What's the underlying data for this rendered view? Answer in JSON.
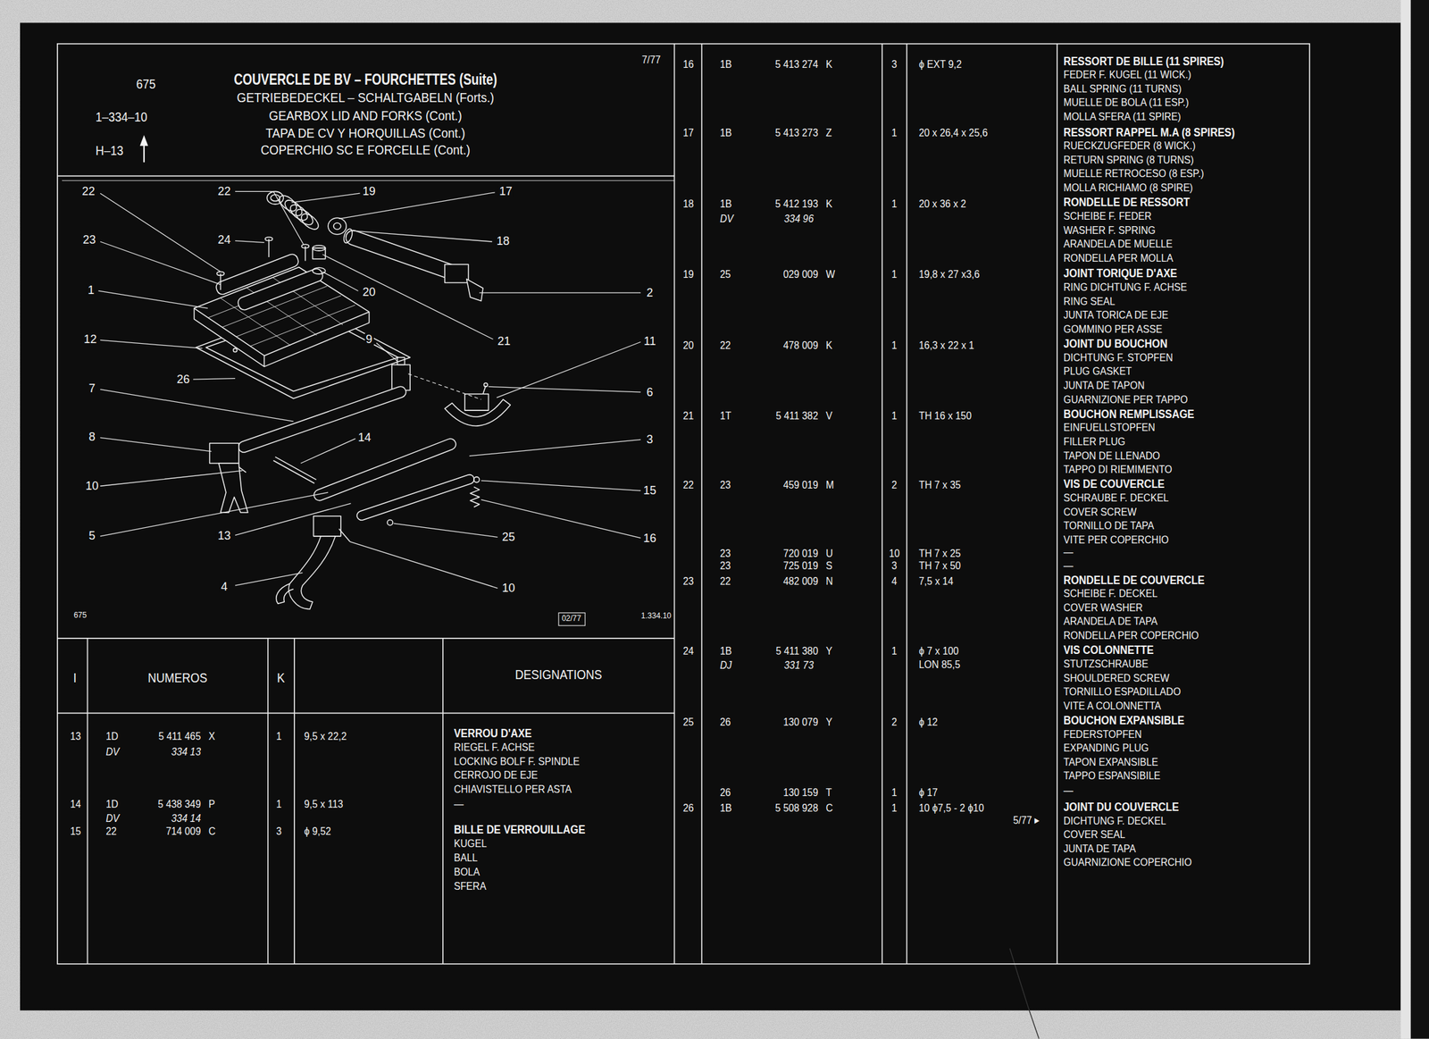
{
  "diagram": {
    "title": "COUVERCLE DE BV – FOURCHETTES (Suite)",
    "labels": [
      "7/77",
      "675",
      "1–334–10",
      "H–13",
      "GETRIEBEDECKEL – SCHALTGABELN (Forts.)",
      "GEARBOX LID AND FORKS (Cont.)",
      "TAPA DE CV Y HORQUILLAS (Cont.)",
      "COPERCHIO SC E FORCELLE (Cont.)",
      "22",
      "22",
      "19",
      "17",
      "23",
      "24",
      "18",
      "1",
      "20",
      "2",
      "12",
      "9",
      "21",
      "11",
      "26",
      "7",
      "6",
      "8",
      "14",
      "3",
      "10",
      "15",
      "5",
      "13",
      "25",
      "16",
      "4",
      "10",
      "675",
      "02/77",
      "1.334.10",
      "I",
      "NUMEROS",
      "K",
      "DESIGNATIONS",
      "13",
      "1D",
      "5 411 465",
      "X",
      "1",
      "9,5 x 22,2",
      "DV",
      "334 13",
      "VERROU D'AXE",
      "RIEGEL F. ACHSE",
      "LOCKING BOLF F. SPINDLE",
      "CERROJO DE EJE",
      "CHIAVISTELLO PER ASTA",
      "14",
      "1D",
      "5 438 349",
      "P",
      "1",
      "9,5 x 113",
      "DV",
      "334 14",
      "—",
      "15",
      "22",
      "714 009",
      "C",
      "3",
      "ϕ 9,52",
      "BILLE DE VERROUILLAGE",
      "KUGEL",
      "BALL",
      "BOLA",
      "SFERA",
      "16",
      "1B",
      "5 413 274",
      "K",
      "3",
      "ϕ EXT 9,2",
      "RESSORT DE BILLE (11 SPIRES)",
      "FEDER F. KUGEL (11 WICK.)",
      "BALL SPRING (11 TURNS)",
      "MUELLE DE BOLA (11 ESP.)",
      "MOLLA SFERA (11 SPIRE)",
      "17",
      "1B",
      "5 413 273",
      "Z",
      "1",
      "20 x 26,4 x 25,6",
      "RESSORT RAPPEL M.A (8 SPIRES)",
      "RUECKZUGFEDER (8 WICK.)",
      "RETURN SPRING (8 TURNS)",
      "MUELLE RETROCESO (8 ESP.)",
      "MOLLA RICHIAMO (8 SPIRE)",
      "18",
      "1B",
      "5 412 193",
      "K",
      "1",
      "20 x 36 x 2",
      "DV",
      "334 96",
      "RONDELLE DE RESSORT",
      "SCHEIBE F. FEDER",
      "WASHER F. SPRING",
      "ARANDELA DE MUELLE",
      "RONDELLA PER MOLLA",
      "19",
      "25",
      "029 009",
      "W",
      "1",
      "19,8 x 27 x3,6",
      "JOINT TORIQUE D'AXE",
      "RING DICHTUNG F. ACHSE",
      "RING SEAL",
      "JUNTA TORICA DE EJE",
      "GOMMINO PER ASSE",
      "20",
      "22",
      "478 009",
      "K",
      "1",
      "16,3 x 22 x 1",
      "JOINT DU BOUCHON",
      "DICHTUNG F. STOPFEN",
      "PLUG GASKET",
      "JUNTA DE TAPON",
      "GUARNIZIONE PER TAPPO",
      "21",
      "1T",
      "5 411 382",
      "V",
      "1",
      "TH 16 x 150",
      "BOUCHON REMPLISSAGE",
      "EINFUELLSTOPFEN",
      "FILLER PLUG",
      "TAPON DE LLENADO",
      "TAPPO DI RIEMIMENTO",
      "22",
      "23",
      "459 019",
      "M",
      "2",
      "TH 7 x 35",
      "VIS DE COUVERCLE",
      "SCHRAUBE F. DECKEL",
      "COVER SCREW",
      "TORNILLO DE TAPA",
      "VITE PER COPERCHIO",
      "—",
      "23",
      "720 019",
      "U",
      "10",
      "TH 7 x 25",
      "23",
      "725 019",
      "S",
      "3",
      "TH 7 x 50",
      "—",
      "23",
      "22",
      "482 009",
      "N",
      "4",
      "7,5 x 14",
      "RONDELLE DE COUVERCLE",
      "SCHEIBE F. DECKEL",
      "COVER WASHER",
      "ARANDELA DE TAPA",
      "RONDELLA PER COPERCHIO",
      "24",
      "1B",
      "5 411 380",
      "Y",
      "1",
      "ϕ 7 x 100",
      "DJ",
      "331 73",
      "LON 85,5",
      "VIS COLONNETTE",
      "STUTZSCHRAUBE",
      "SHOULDERED SCREW",
      "TORNILLO ESPADILLADO",
      "VITE A COLONNETTA",
      "25",
      "26",
      "130 079",
      "Y",
      "2",
      "ϕ 12",
      "BOUCHON EXPANSIBLE",
      "FEDERSTOPFEN",
      "EXPANDING PLUG",
      "TAPON EXPANSIBLE",
      "TAPPO ESPANSIBILE",
      "—",
      "26",
      "130 159",
      "T",
      "1",
      "ϕ 17",
      "26",
      "1B",
      "5 508 928",
      "C",
      "1",
      "10 ϕ7,5 - 2 ϕ10",
      "5/77 ▸",
      "JOINT DU COUVERCLE",
      "DICHTUNG F. DECKEL",
      "COVER SEAL",
      "JUNTA DE TAPA",
      "GUARNIZIONE COPERCHIO"
    ]
  }
}
